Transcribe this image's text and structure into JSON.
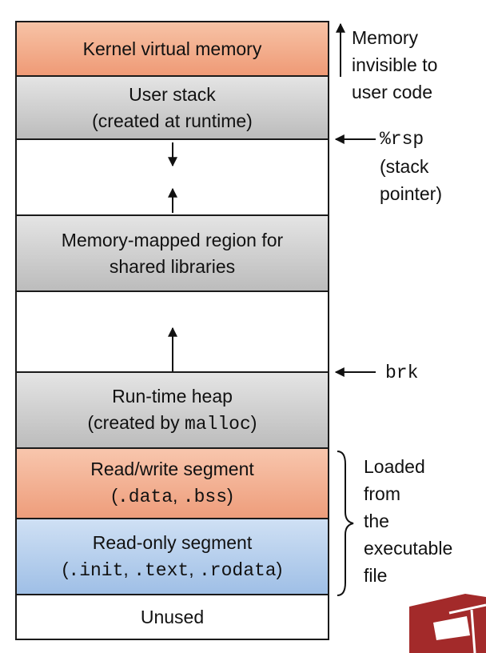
{
  "segments": {
    "kernel": "Kernel virtual memory",
    "user_stack": [
      "User stack",
      "(created at runtime)"
    ],
    "mmap": [
      "Memory-mapped region for",
      "shared libraries"
    ],
    "heap": [
      "Run-time heap",
      "(created by ",
      "malloc",
      ")"
    ],
    "rw": [
      "Read/write segment",
      "(",
      ".data",
      ", ",
      ".bss",
      ")"
    ],
    "ro": [
      "Read-only segment",
      "(",
      ".init",
      ", ",
      ".text",
      ", ",
      ".rodata",
      ")"
    ],
    "unused": "Unused"
  },
  "annotations": {
    "kernel_note": [
      "Memory",
      "invisible to",
      "user code"
    ],
    "rsp_reg": "%rsp",
    "rsp_note": [
      "(stack",
      "pointer)"
    ],
    "brk": "brk",
    "loaded_note": [
      "Loaded",
      "from",
      "the",
      "executable",
      "file"
    ]
  },
  "colors": {
    "kernel_fill": "#ef9a76",
    "stack_fill": "#bcbcbc",
    "readonly_fill": "#9fbfe6",
    "logo_red": "#a32a2a"
  },
  "icons": {
    "logo": "logo-mark"
  }
}
